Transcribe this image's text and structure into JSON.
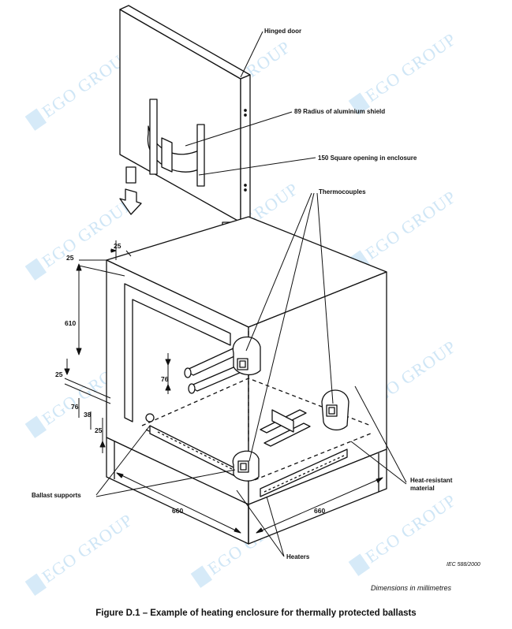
{
  "watermark": "EGO GROUP",
  "labels": {
    "hinged_door": "Hinged door",
    "shield": "89 Radius of aluminium shield",
    "opening": "150 Square opening in enclosure",
    "thermocouples": "Thermocouples",
    "ballast_supports": "Ballast supports",
    "heat_resistant_1": "Heat-resistant",
    "heat_resistant_2": "material",
    "heaters": "Heaters"
  },
  "dimensions": {
    "d25_top_right": "25",
    "d25_top_left": "25",
    "d610": "610",
    "d76_upper": "76",
    "d25_mid": "25",
    "d76_lower": "76",
    "d38": "38",
    "d25_bottom": "25",
    "d660_left": "660",
    "d660_right": "660"
  },
  "reference": "IEC  588/2000",
  "units_note": "Dimensions in millimetres",
  "caption": "Figure D.1 – Example of heating enclosure for thermally protected ballasts"
}
